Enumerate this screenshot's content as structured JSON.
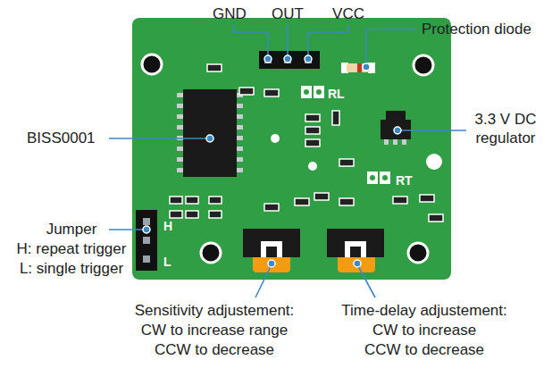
{
  "diagram": {
    "labels": [
      "GND",
      "OUT",
      "VCC",
      "Protection diode",
      "RL",
      "BISS0001",
      "3.3 V DC",
      "regulator",
      "RT",
      "Jumper",
      "H",
      "H: repeat trigger",
      "L",
      "L: single trigger",
      "Sensitivity adjustement:",
      "CW to increase range",
      "CCW to decrease",
      "Time-delay adjustement:",
      "CW to increase",
      "CCW to decrease"
    ]
  }
}
